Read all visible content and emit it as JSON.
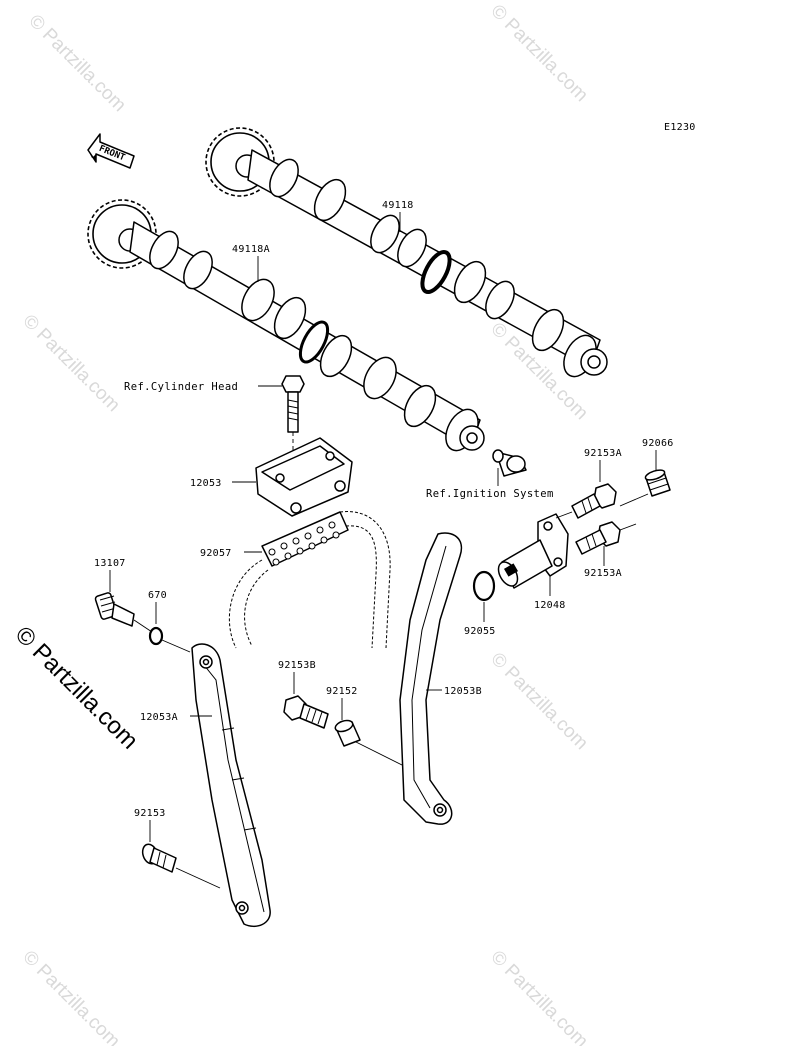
{
  "diagram_code": "E1230",
  "front_label": "FRONT",
  "references": {
    "cylinder_head": "Ref.Cylinder Head",
    "ignition_system": "Ref.Ignition System"
  },
  "parts": {
    "camshaft_exhaust": "49118",
    "camshaft_intake": "49118A",
    "chain_guide_upper": "12053",
    "cam_chain": "92057",
    "bolt_13107": "13107",
    "o_ring_670": "670",
    "guide_left": "12053A",
    "bolt_92153": "92153",
    "bolt_92153b": "92153B",
    "collar_92152": "92152",
    "guide_right": "12053B",
    "o_ring_92055": "92055",
    "tensioner": "12048",
    "bolt_92153a_top": "92153A",
    "bolt_92153a_bottom": "92153A",
    "plug_92066": "92066"
  },
  "watermarks": {
    "text": "© Partzilla.com",
    "side_text": "© Partzilla.com"
  }
}
